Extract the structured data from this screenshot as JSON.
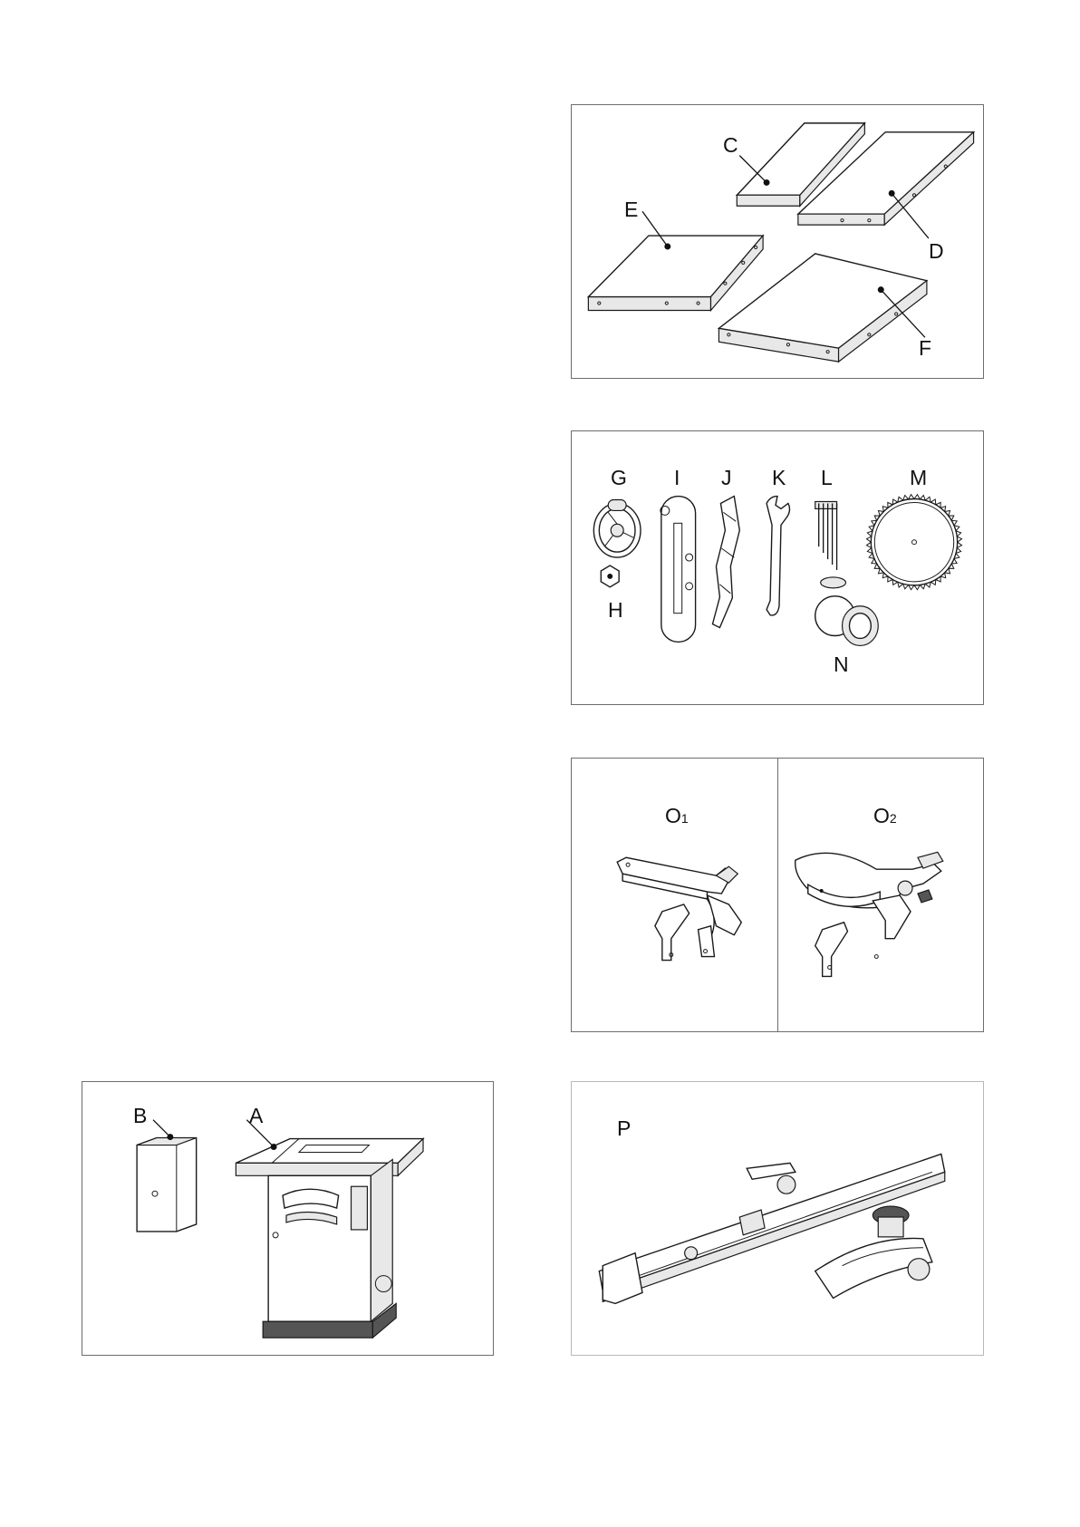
{
  "panels": {
    "extension_tables": {
      "labels": [
        "C",
        "D",
        "E",
        "F"
      ]
    },
    "accessories": {
      "labels": [
        "G",
        "H",
        "I",
        "J",
        "K",
        "L",
        "M",
        "N"
      ]
    },
    "blade_guards": {
      "label_1": "O",
      "sub_1": "1",
      "label_2": "O",
      "sub_2": "2"
    },
    "machine": {
      "labels": [
        "B",
        "A"
      ]
    },
    "mitre_gauge": {
      "label": "P"
    }
  }
}
